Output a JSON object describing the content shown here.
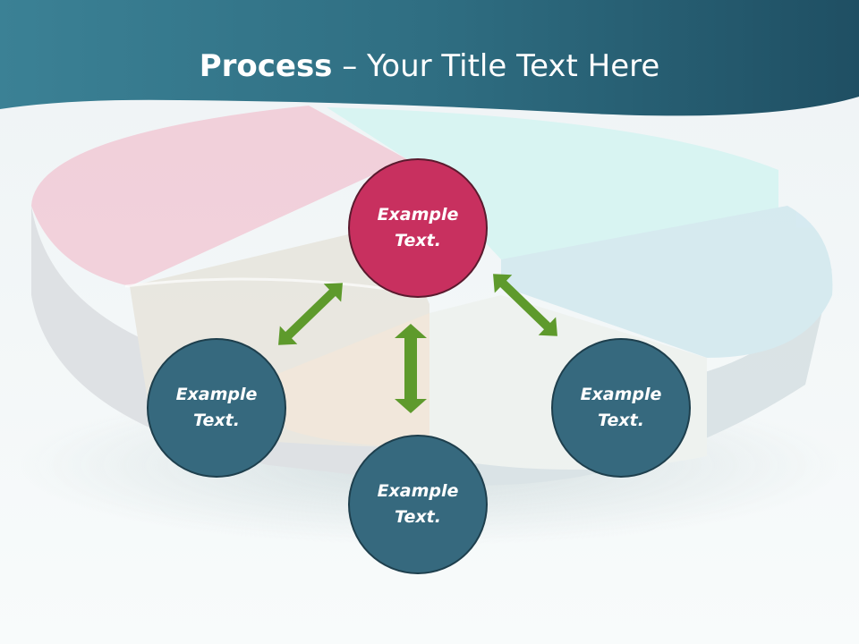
{
  "header": {
    "title_bold": "Process",
    "title_rest": " – Your Title Text Here"
  },
  "nodes": {
    "top": "Example Text.",
    "left": "Example Text.",
    "bottom": "Example Text.",
    "right": "Example Text."
  },
  "colors": {
    "header_band": "#2d6b80",
    "node_accent": "#c8305f",
    "node_primary": "#36697e",
    "node_border": "#1e3f4d",
    "arrow": "#5e9a2c"
  }
}
